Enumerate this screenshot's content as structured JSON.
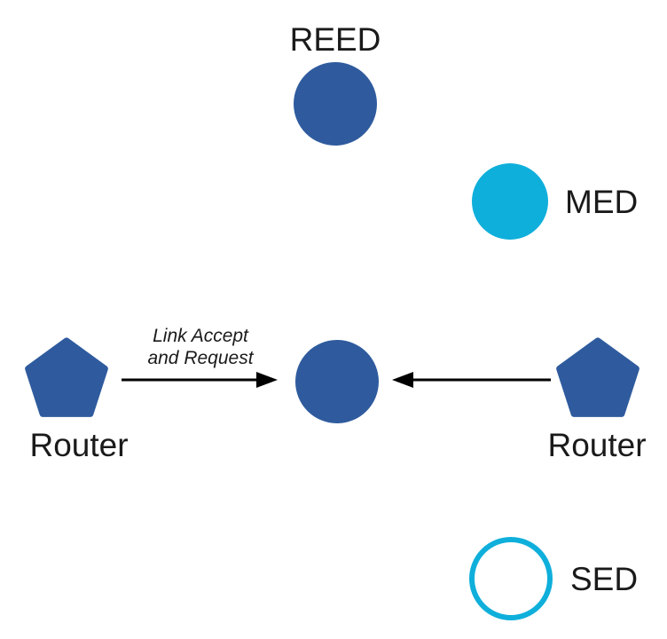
{
  "colors": {
    "node_fill": "#2F5B9E",
    "med_fill": "#0FAFDB",
    "sed_stroke": "#0FAFDB",
    "arrow": "#000000",
    "label_text": "#1A1A1A",
    "background": "#FFFFFF"
  },
  "nodes": {
    "reed": {
      "label": "REED",
      "shape": "filled-circle"
    },
    "med": {
      "label": "MED",
      "shape": "filled-circle"
    },
    "center": {
      "shape": "filled-circle"
    },
    "router_left": {
      "label": "Router",
      "shape": "pentagon"
    },
    "router_right": {
      "label": "Router",
      "shape": "pentagon"
    },
    "sed": {
      "label": "SED",
      "shape": "outlined-circle"
    }
  },
  "edges": {
    "left": {
      "from": "router_left",
      "to": "center",
      "label_line1": "Link Accept",
      "label_line2": "and Request"
    },
    "right": {
      "from": "router_right",
      "to": "center"
    }
  }
}
